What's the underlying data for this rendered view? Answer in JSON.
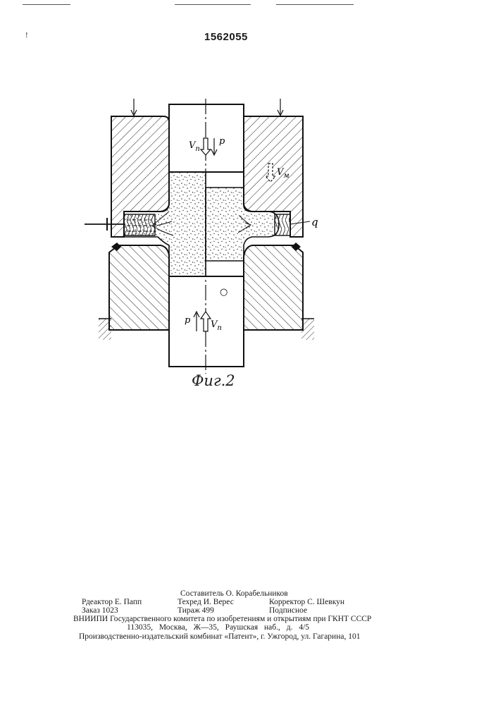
{
  "header": {
    "patent_number": "1562055",
    "scan_mark": "!"
  },
  "figure": {
    "caption": "Фиг.2",
    "labels": {
      "vp_top": "V",
      "vp_top_sub": "п",
      "p_top": "p",
      "vm": "V",
      "vm_sub": "м",
      "q": "q",
      "p_bottom": "p",
      "vp_bottom": "V",
      "vp_bottom_sub": "п",
      "o_mark": "○"
    }
  },
  "imprint": {
    "compiler": "Составитель О. Корабельников",
    "editor": "Рдеактор Е. Папп",
    "techred": "Техред И. Верес",
    "corrector": "Корректор С. Шевкун",
    "order": "Заказ 1023",
    "circulation": "Тираж 499",
    "subscription": "Подписное",
    "org_line": "ВНИИПИ Государственного комитета по изобретениям и открытиям при ГКНТ СССР",
    "address_line": "113035, Москва, Ж—35, Раушская наб., д. 4/5",
    "publisher_line": "Производственно-издательский комбинат «Патент», г. Ужгород, ул. Гагарина, 101"
  }
}
